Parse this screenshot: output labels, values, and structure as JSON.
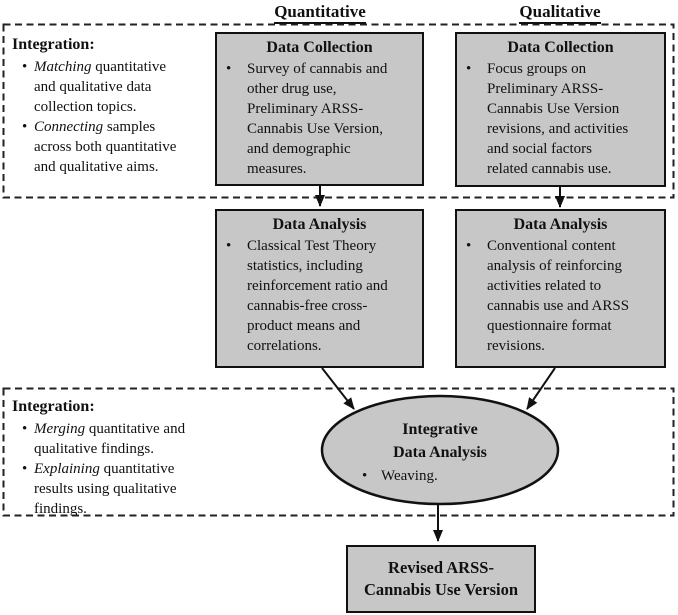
{
  "ui": {
    "bullet": "•"
  },
  "colors": {
    "box_fill": "#c7c7c7",
    "border": "#111111",
    "background": "#ffffff"
  },
  "headers": {
    "quantitative": "Quantitative",
    "qualitative": "Qualitative"
  },
  "integration_top": {
    "title": "Integration:",
    "bullets": [
      {
        "lead": "Matching",
        "rest": " quantitative\nand qualitative data\ncollection topics."
      },
      {
        "lead": "Connecting",
        "rest": " samples\nacross both quantitative\nand qualitative aims."
      }
    ]
  },
  "integration_bottom": {
    "title": "Integration:",
    "bullets": [
      {
        "lead": "Merging",
        "rest": " quantitative and\nqualitative findings."
      },
      {
        "lead": "Explaining",
        "rest": " quantitative\nresults using qualitative\nfindings."
      }
    ]
  },
  "quant_collection": {
    "title": "Data Collection",
    "bullet": "Survey of cannabis and\nother drug use,\nPreliminary ARSS-\nCannabis Use Version,\nand demographic\nmeasures."
  },
  "qual_collection": {
    "title": "Data Collection",
    "bullet": "Focus groups on\nPreliminary ARSS-\nCannabis Use Version\nrevisions, and activities\nand social factors\nrelated cannabis use."
  },
  "quant_analysis": {
    "title": "Data Analysis",
    "bullet": "Classical Test Theory\nstatistics, including\nreinforcement ratio and\ncannabis-free cross-\nproduct means and\ncorrelations."
  },
  "qual_analysis": {
    "title": "Data Analysis",
    "bullet": "Conventional content\nanalysis of reinforcing\nactivities related to\ncannabis use and ARSS\nquestionnaire format\nrevisions."
  },
  "integrative_analysis": {
    "title_line1": "Integrative",
    "title_line2": "Data Analysis",
    "bullet": "Weaving."
  },
  "final_box": {
    "line1": "Revised ARSS-",
    "line2": "Cannabis Use Version"
  }
}
